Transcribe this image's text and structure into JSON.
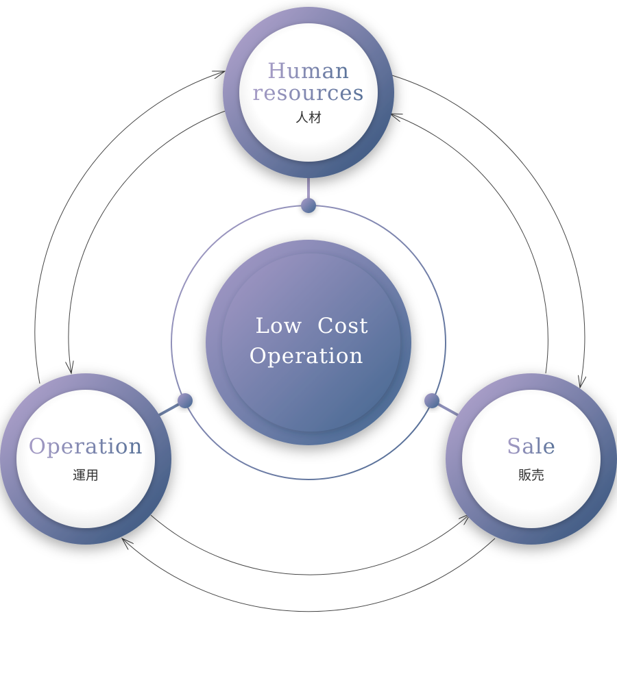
{
  "center": {
    "line1": "Low  Cost",
    "line2": "Operation"
  },
  "nodes": {
    "human": {
      "title_line1": "Human",
      "title_line2": "resources",
      "subtitle": "人材"
    },
    "operation": {
      "title": "Operation",
      "subtitle": "運用"
    },
    "sale": {
      "title": "Sale",
      "subtitle": "販売"
    }
  },
  "colors": {
    "purple": "#a69cc6",
    "blue": "#4d6a92",
    "text_gradient_start": "#a69cc6",
    "text_gradient_end": "#5a7399"
  }
}
